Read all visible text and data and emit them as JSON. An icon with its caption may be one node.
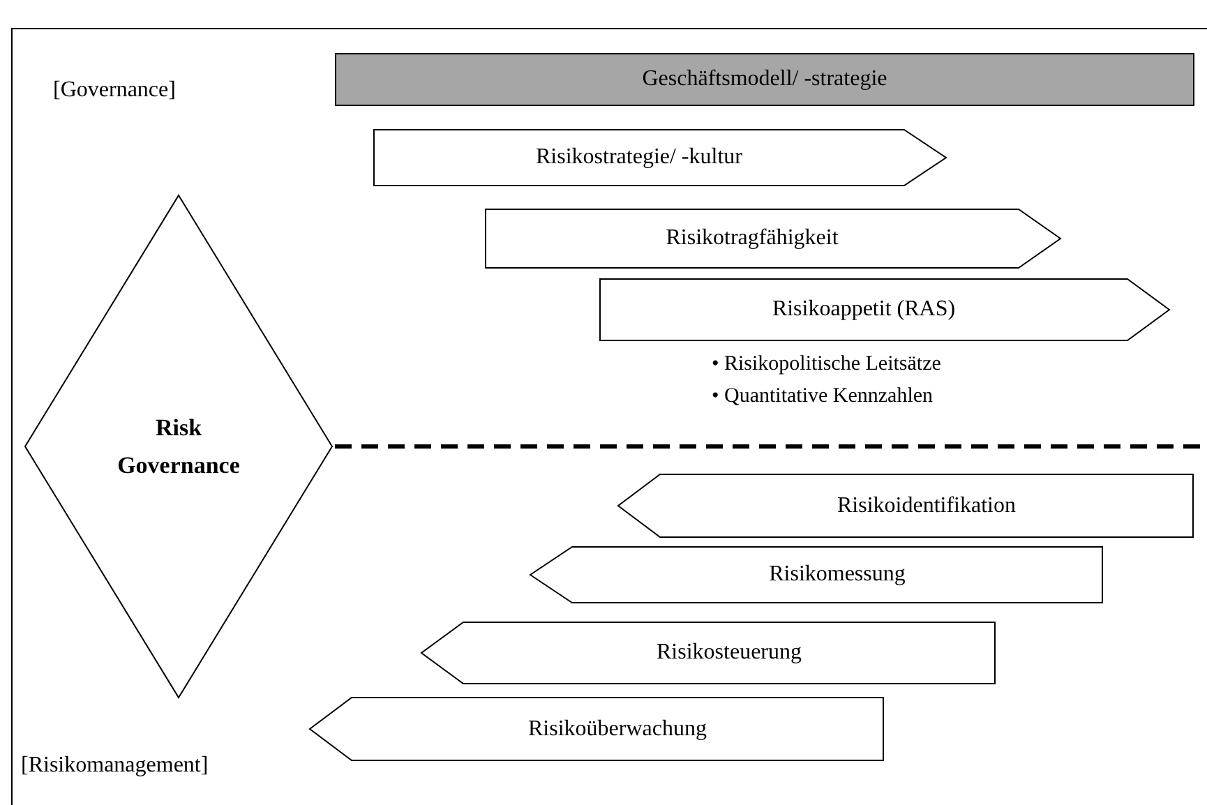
{
  "diagram": {
    "nodes": [
      {
        "text": [
          "Geschäftsmodell/ -strategie"
        ]
      },
      {
        "text": [
          "Risikostrategie/ -kultur"
        ]
      },
      {
        "text": [
          "Risikotragfähigkeit"
        ]
      },
      {
        "text": [
          "Risikoappetit (RAS)"
        ],
        "beside": [
          "• Risikopolitische Leitsätze",
          "• Quantitative Kennzahlen"
        ]
      },
      {
        "text": [
          "Risk Governance"
        ]
      },
      {
        "text": [
          "Risikoidentifikation"
        ]
      },
      {
        "text": [
          "Risikomessung"
        ]
      },
      {
        "text": [
          "Risikosteuerung"
        ]
      },
      {
        "text": [
          "Risikoüberwachung"
        ]
      }
    ],
    "labels": [
      "[Governance]",
      "[Risikomanagement]"
    ]
  }
}
